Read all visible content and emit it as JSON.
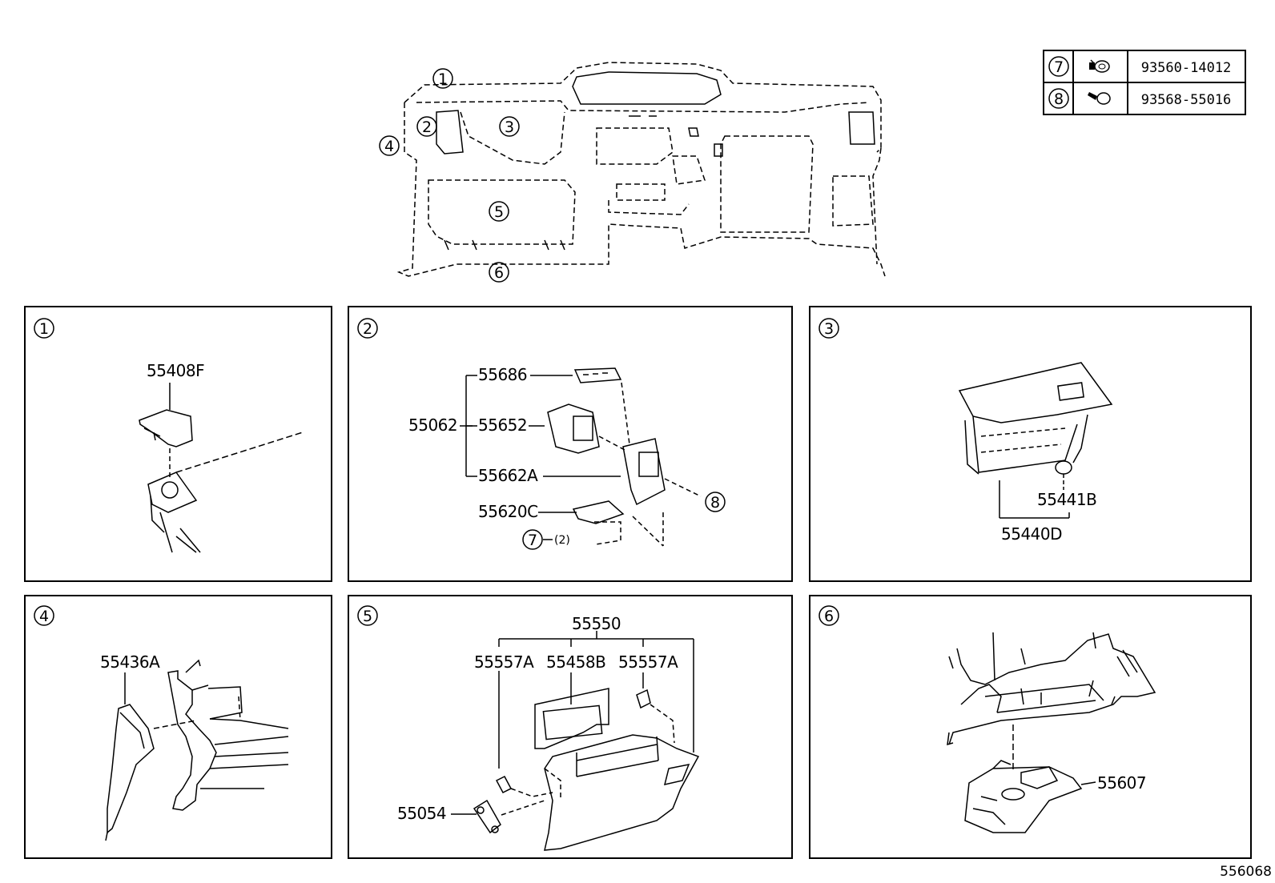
{
  "fasteners": [
    {
      "ref": "7",
      "part": "93560-14012",
      "icon": "bolt-icon"
    },
    {
      "ref": "8",
      "part": "93568-55016",
      "icon": "bolt-icon"
    }
  ],
  "overview": {
    "callouts": [
      "1",
      "2",
      "3",
      "4",
      "5",
      "6"
    ]
  },
  "panels": [
    {
      "id": "1",
      "labels": {
        "a": "55408F"
      }
    },
    {
      "id": "2",
      "labels": {
        "group": "55062",
        "a": "55686",
        "b": "55652",
        "c": "55662A",
        "d": "55620C",
        "ref7": "7",
        "qty": "(2)",
        "ref8": "8"
      }
    },
    {
      "id": "3",
      "labels": {
        "a": "55441B",
        "b": "55440D"
      }
    },
    {
      "id": "4",
      "labels": {
        "a": "55436A"
      }
    },
    {
      "id": "5",
      "labels": {
        "group": "55550",
        "a": "55557A",
        "b": "55458B",
        "c": "55557A",
        "d": "55054"
      }
    },
    {
      "id": "6",
      "labels": {
        "a": "55607"
      }
    }
  ],
  "diagram_code": "556068"
}
